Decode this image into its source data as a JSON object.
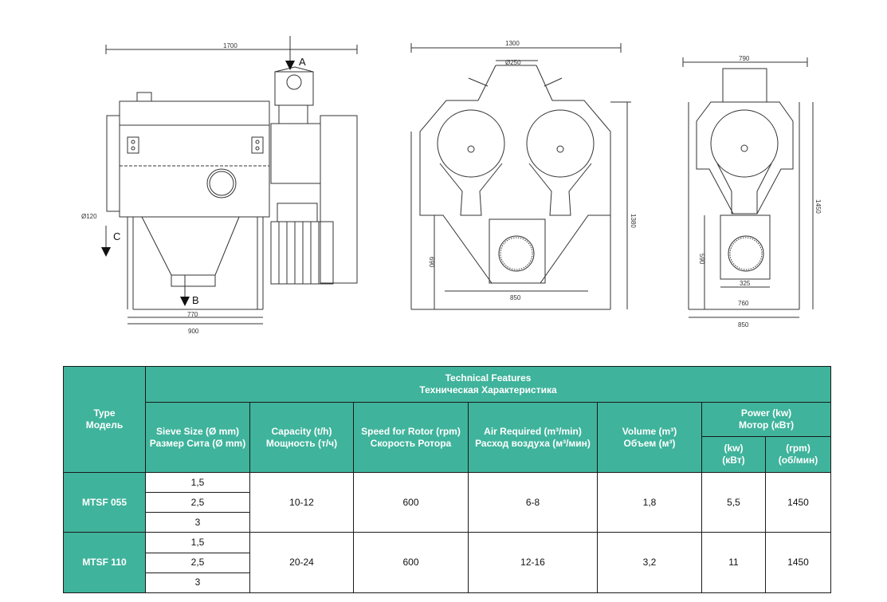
{
  "drawing": {
    "side": {
      "width_dim": "1700",
      "pipe_dim": "Ø120",
      "inner_dim": "770",
      "base_dim": "900",
      "port_a": "A",
      "port_b": "B",
      "port_c": "C"
    },
    "front": {
      "width_dim": "1300",
      "inlet_dim": "Ø250",
      "height_dim": "1380",
      "lower_dim": "690",
      "base_dim": "850"
    },
    "end": {
      "width_dim": "790",
      "height_dim": "1450",
      "lower_dim": "590",
      "motor_dim": "325",
      "base_dim": "760",
      "outer_dim": "850"
    }
  },
  "table": {
    "header": {
      "type_en": "Type",
      "type_ru": "Модель",
      "features_en": "Technical Features",
      "features_ru": "Техническая Характеристика",
      "sieve_en": "Sieve Size (Ø mm)",
      "sieve_ru": "Размер Сита (Ø mm)",
      "capacity_en": "Capacity (t/h)",
      "capacity_ru": "Мощность (т/ч)",
      "rotor_en": "Speed for Rotor (rpm)",
      "rotor_ru": "Скорость Ротора",
      "air_en": "Air Required (m³/min)",
      "air_ru": "Расход воздуха (м³/мин)",
      "volume_en": "Volume (m³)",
      "volume_ru": "Объем (м³)",
      "power_en": "Power (kw)",
      "power_ru": "Мотор (кВт)",
      "kw_en": "(kw)",
      "kw_ru": "(кВт)",
      "rpm_en": "(rpm)",
      "rpm_ru": "(об/мин)"
    },
    "rows": [
      {
        "model": "MTSF 055",
        "sieves": [
          "1,5",
          "2,5",
          "3"
        ],
        "capacity": "10-12",
        "rotor": "600",
        "air": "6-8",
        "volume": "1,8",
        "kw": "5,5",
        "rpm": "1450"
      },
      {
        "model": "MTSF 110",
        "sieves": [
          "1,5",
          "2,5",
          "3"
        ],
        "capacity": "20-24",
        "rotor": "600",
        "air": "12-16",
        "volume": "3,2",
        "kw": "11",
        "rpm": "1450"
      }
    ]
  },
  "colors": {
    "header_bg": "#3fb39b",
    "line": "#1a1a1a"
  }
}
